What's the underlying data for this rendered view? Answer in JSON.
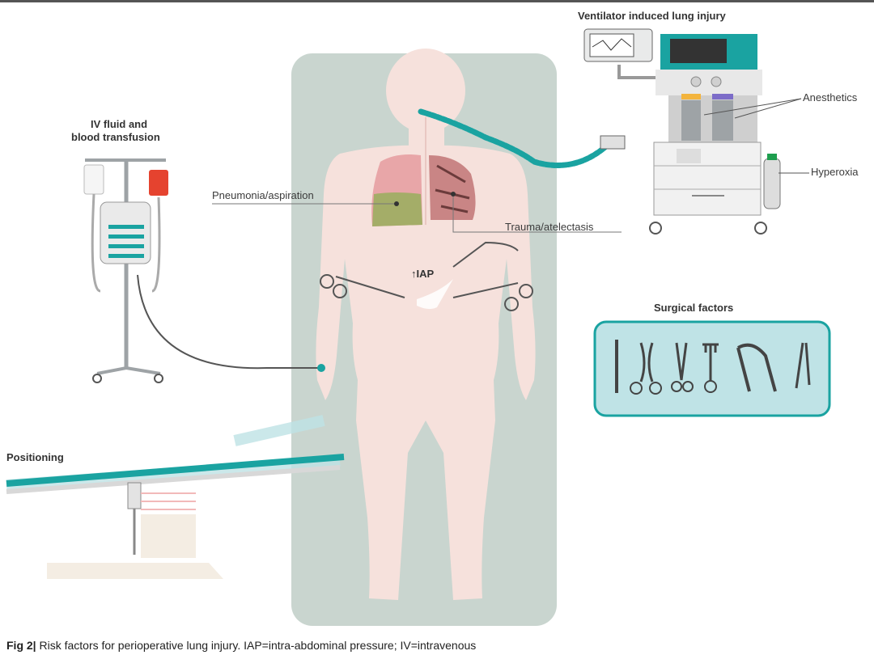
{
  "labels": {
    "ventilator": "Ventilator induced lung injury",
    "iv_fluid_line1": "IV fluid and",
    "iv_fluid_line2": "blood transfusion",
    "anesthetics": "Anesthetics",
    "hyperoxia": "Hyperoxia",
    "pneumonia": "Pneumonia/aspiration",
    "trauma": "Trauma/atelectasis",
    "iap": "↑IAP",
    "surgical": "Surgical factors",
    "positioning": "Positioning"
  },
  "caption": {
    "prefix": "Fig 2|",
    "text": " Risk factors for perioperative lung injury. IAP=intra-abdominal pressure; IV=intravenous"
  },
  "colors": {
    "background_panel": "#c9d5cf",
    "body": "#f6e1dc",
    "teal": "#1aa3a1",
    "light_teal": "#bfe3e6",
    "iv_bag_red": "#e5432f",
    "lung_green": "#a4ad68",
    "lung_pink": "#e8a6a8",
    "metal": "#9ea3a6"
  }
}
